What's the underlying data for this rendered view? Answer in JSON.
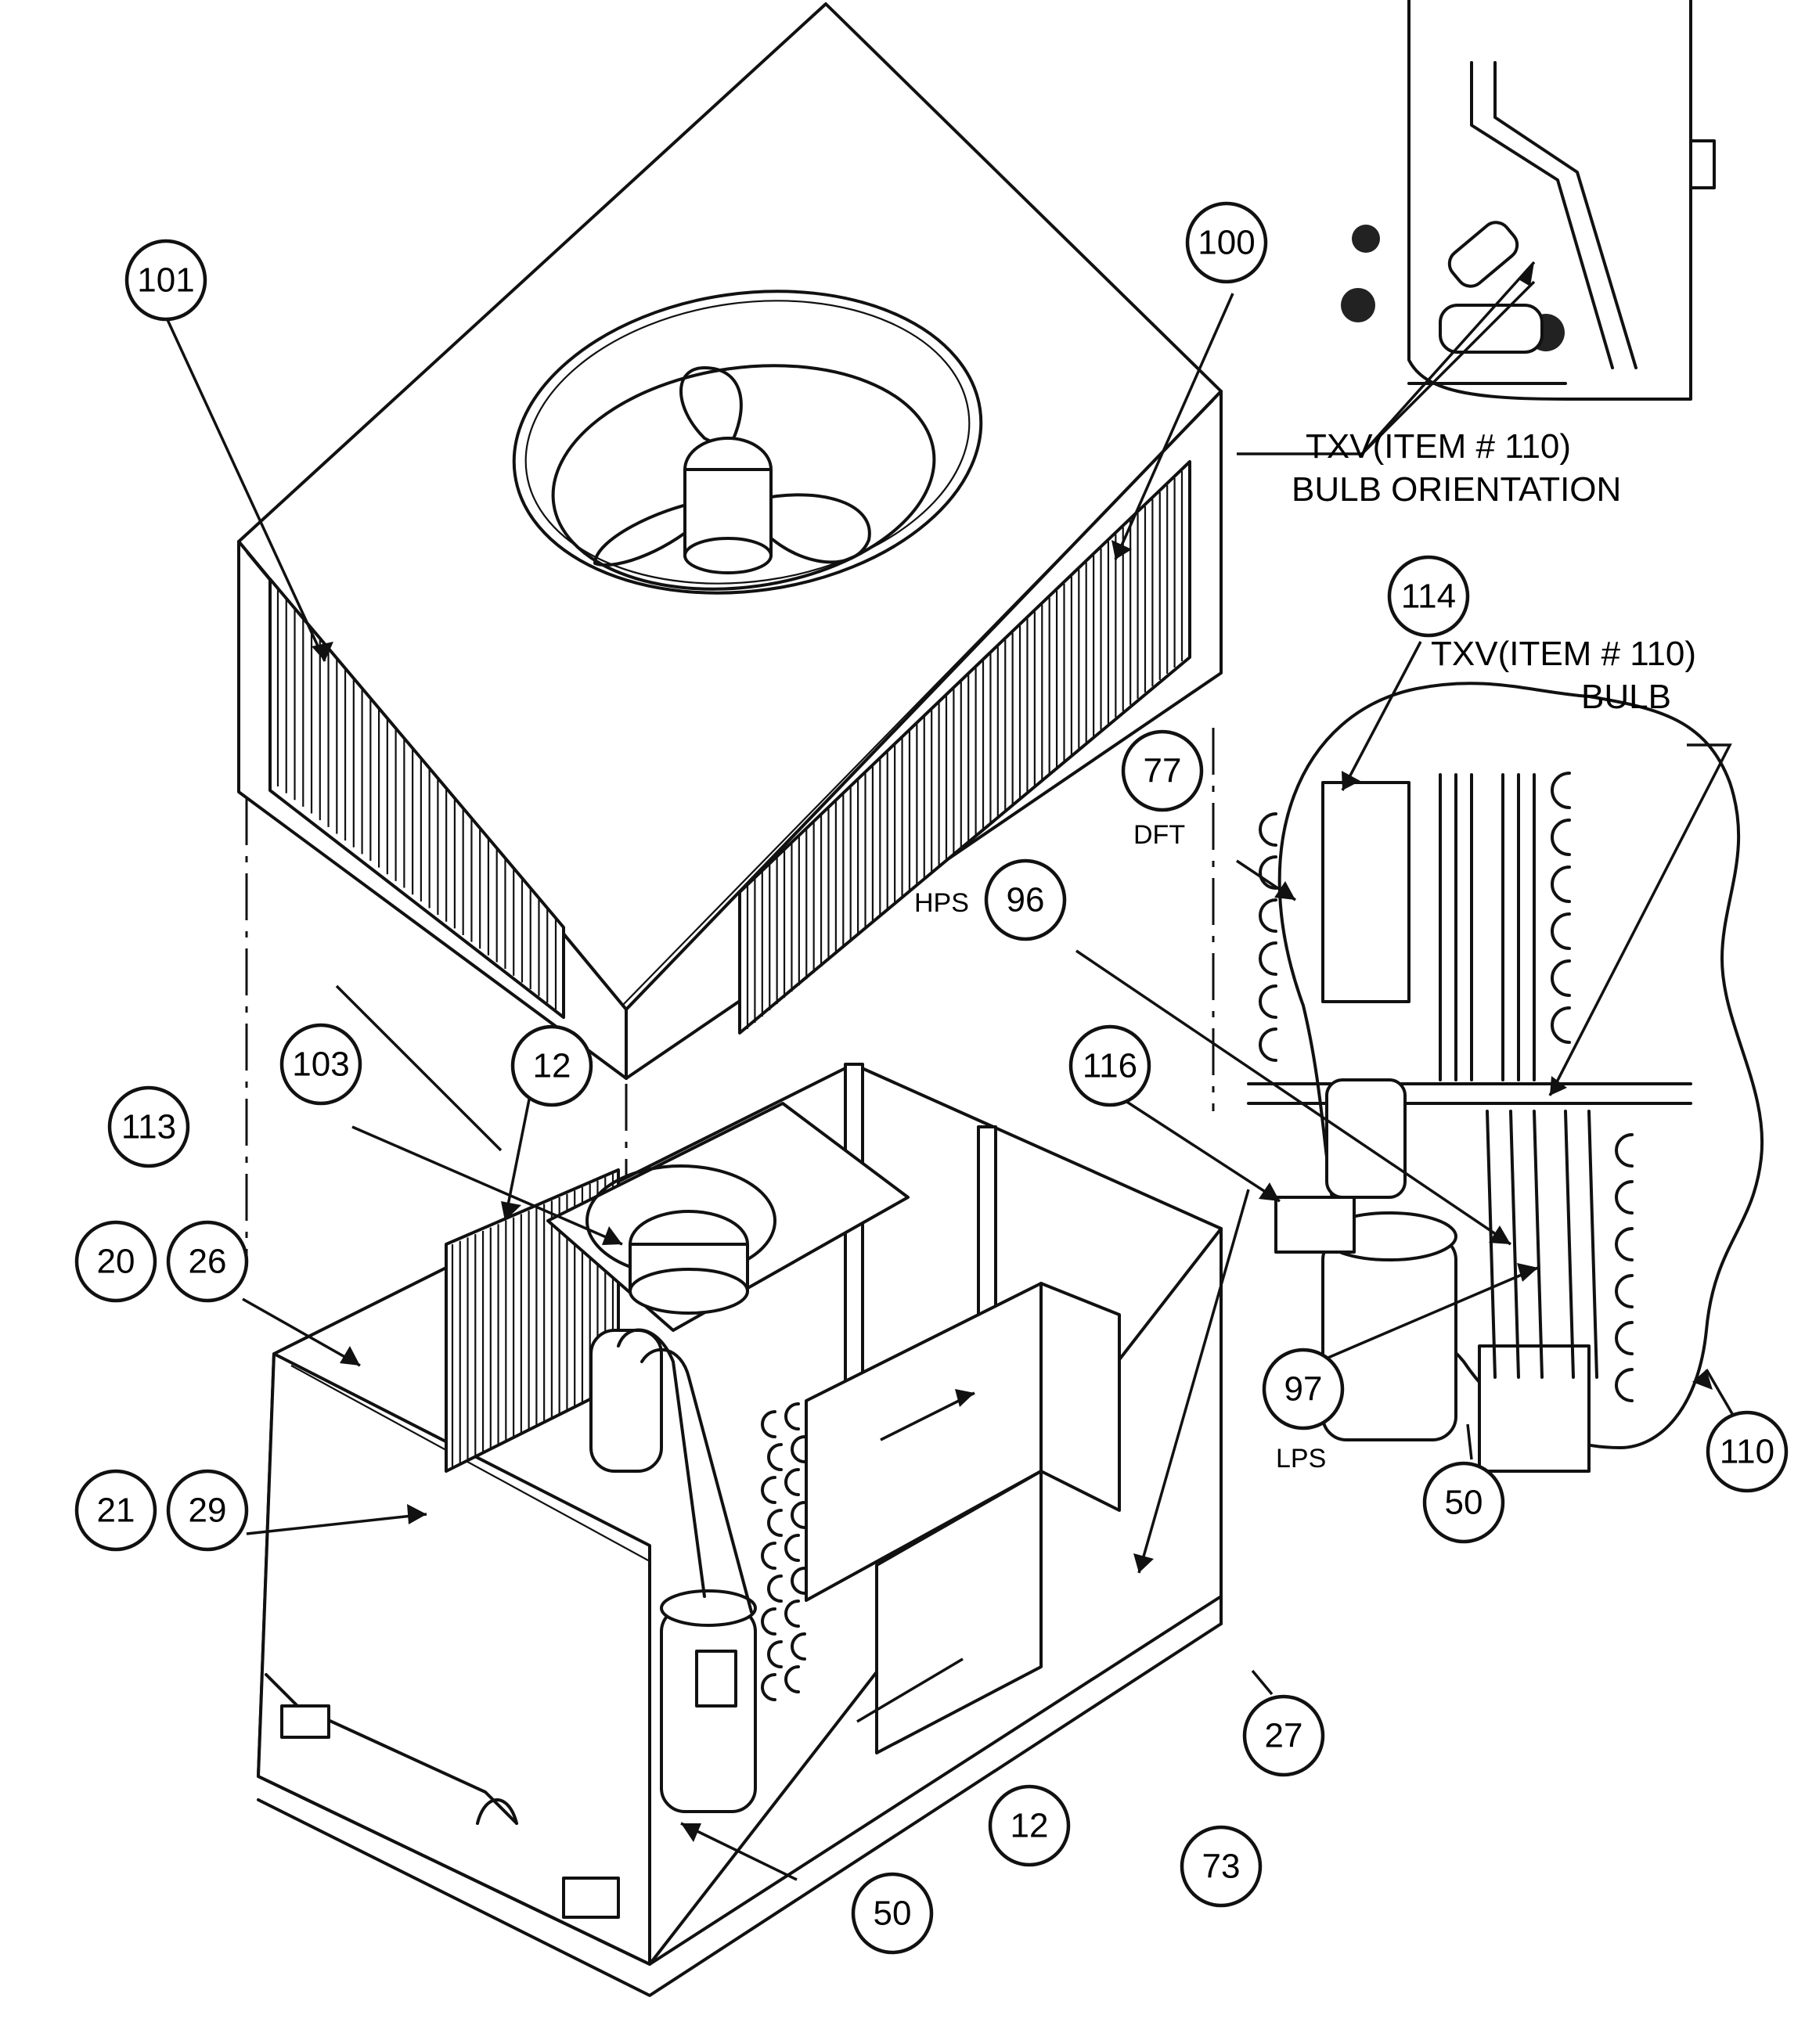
{
  "callouts": [
    {
      "id": "c101",
      "label": "101"
    },
    {
      "id": "c100",
      "label": "100"
    },
    {
      "id": "c114",
      "label": "114"
    },
    {
      "id": "c77",
      "label": "77",
      "sub": "DFT"
    },
    {
      "id": "c96",
      "label": "96",
      "prefix": "HPS"
    },
    {
      "id": "c116",
      "label": "116"
    },
    {
      "id": "c103",
      "label": "103"
    },
    {
      "id": "c12a",
      "label": "12"
    },
    {
      "id": "c113",
      "label": "113"
    },
    {
      "id": "c20",
      "label": "20"
    },
    {
      "id": "c26",
      "label": "26"
    },
    {
      "id": "c21",
      "label": "21"
    },
    {
      "id": "c29",
      "label": "29"
    },
    {
      "id": "c97",
      "label": "97",
      "sub": "LPS"
    },
    {
      "id": "c50a",
      "label": "50"
    },
    {
      "id": "c110",
      "label": "110"
    },
    {
      "id": "c27",
      "label": "27"
    },
    {
      "id": "c12b",
      "label": "12"
    },
    {
      "id": "c73",
      "label": "73"
    },
    {
      "id": "c50b",
      "label": "50"
    }
  ],
  "notes": {
    "orientation_line1": "TXV(ITEM # 110)",
    "orientation_line2": "BULB ORIENTATION",
    "bulb_line1": "TXV(ITEM # 110)",
    "bulb_line2": "BULB"
  }
}
